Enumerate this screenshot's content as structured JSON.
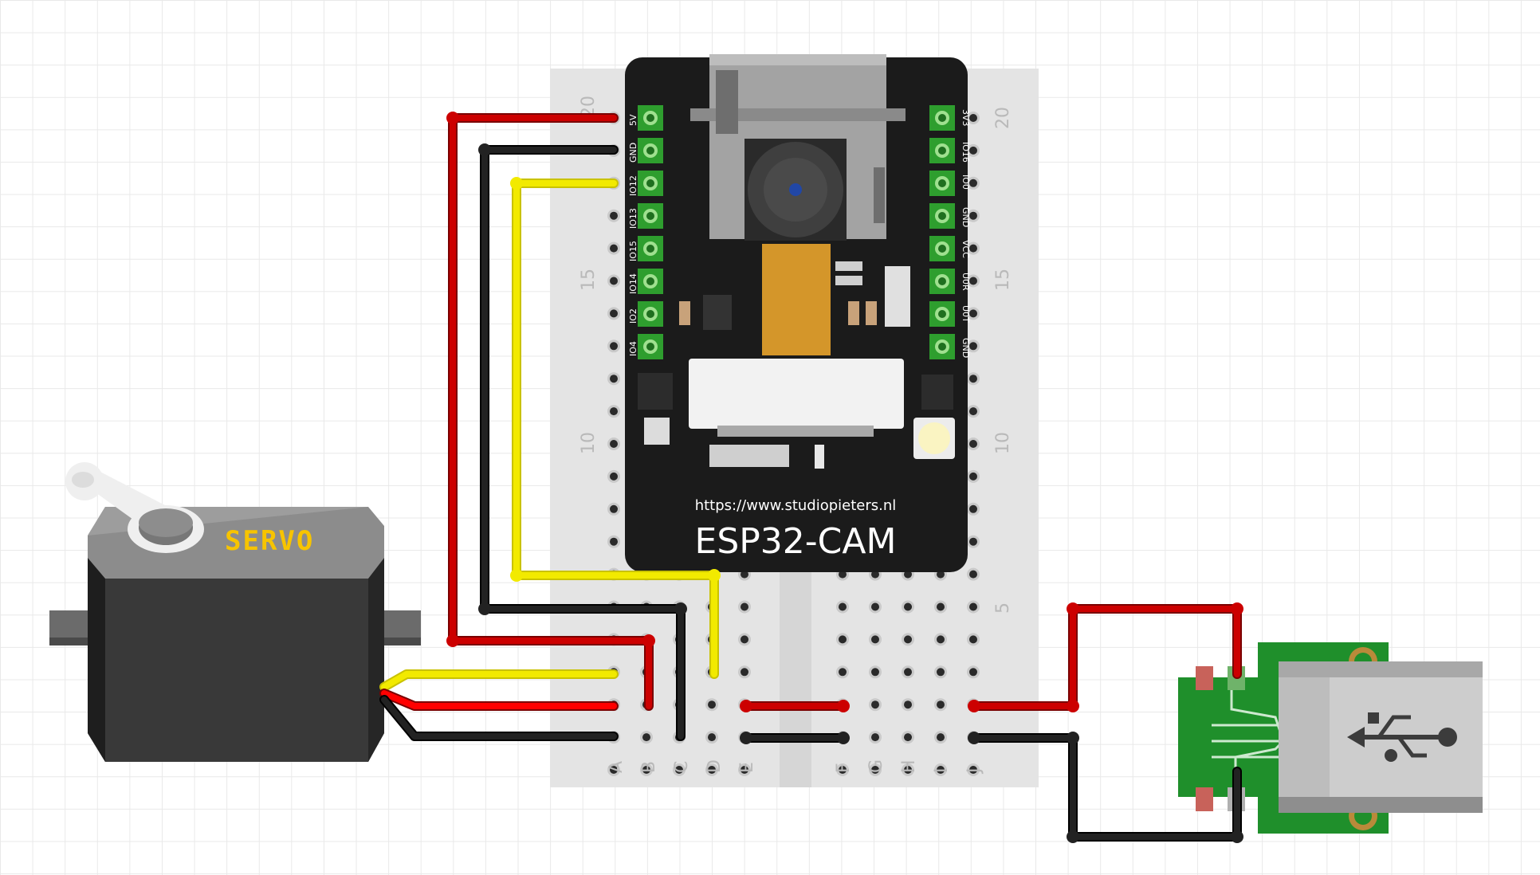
{
  "board": {
    "url": "https://www.studiopieters.nl",
    "name": "ESP32-CAM",
    "left_pins": [
      "5V",
      "GND",
      "IO12",
      "IO13",
      "IO15",
      "IO14",
      "IO2",
      "IO4"
    ],
    "right_pins": [
      "3V3",
      "IO16",
      "IO0",
      "GND",
      "VCC",
      "U0R",
      "U0T",
      "GND"
    ]
  },
  "servo": {
    "label": "SERVO"
  },
  "breadboard": {
    "row_numbers": [
      "20",
      "15",
      "10",
      "5"
    ],
    "column_letters": [
      "A",
      "B",
      "C",
      "D",
      "E",
      "F",
      "G",
      "H",
      "I",
      "J"
    ]
  },
  "usb": {
    "icon": "usb-icon"
  },
  "colors": {
    "wire_red": "#cc0000",
    "wire_black": "#111111",
    "wire_yellow": "#f2ea00",
    "board": "#1b1b1b",
    "pin_green": "#2e9e2e",
    "breadboard": "#e6e6e6",
    "usb_pcb": "#1f8f2b"
  }
}
